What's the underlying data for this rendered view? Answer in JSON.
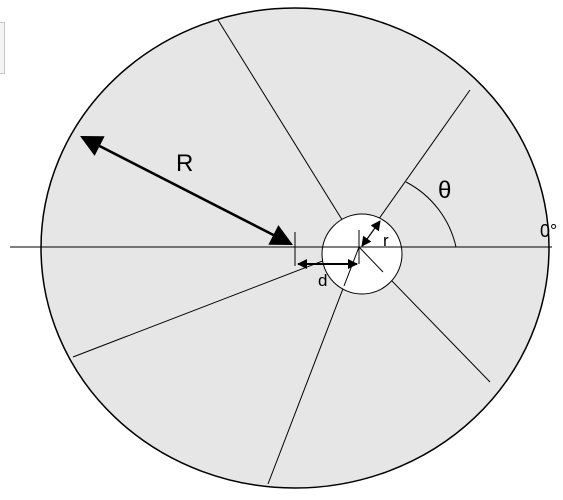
{
  "labels": {
    "outer_radius": "R",
    "angle": "θ",
    "zero_angle": "0°",
    "inner_radius": "r",
    "offset": "d"
  },
  "colors": {
    "disk_fill": "#e6e6e6",
    "inner_circle_fill": "#ffffff",
    "stroke": "#000000",
    "background": "#ffffff"
  }
}
